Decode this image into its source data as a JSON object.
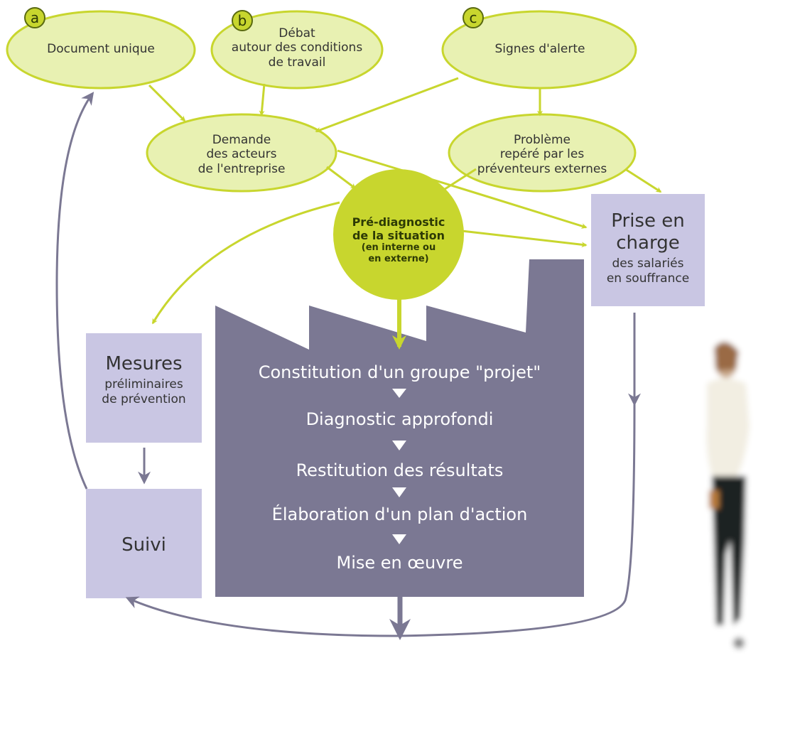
{
  "nodes": {
    "a": {
      "badge": "a",
      "label": "Document unique"
    },
    "b": {
      "badge": "b",
      "line1": "Débat",
      "line2": "autour des conditions",
      "line3": "de travail"
    },
    "c": {
      "badge": "c",
      "label": "Signes d'alerte"
    },
    "demande": {
      "line1": "Demande",
      "line2": "des acteurs",
      "line3": "de l'entreprise"
    },
    "probleme": {
      "line1": "Problème",
      "line2": "repéré par les",
      "line3": "préventeurs externes"
    },
    "prediag": {
      "line1": "Pré-diagnostic",
      "line2": "de la situation",
      "line3": "(en interne ou",
      "line4": "en externe)"
    },
    "prise": {
      "line1": "Prise en",
      "line2": "charge",
      "line3": "des salariés",
      "line4": "en souffrance"
    },
    "mesures": {
      "line1": "Mesures",
      "line2": "préliminaires",
      "line3": "de prévention"
    },
    "suivi": {
      "label": "Suivi"
    }
  },
  "factory_steps": [
    "Constitution d'un groupe \"projet\"",
    "Diagnostic approfondi",
    "Restitution des résultats",
    "Élaboration d'un plan d'action",
    "Mise en œuvre"
  ],
  "colors": {
    "green_fill": "#e8f1b2",
    "green_stroke": "#c8d62e",
    "purple_box": "#c9c6e3",
    "factory": "#7b7893",
    "arrow_gray": "#7b7893"
  }
}
